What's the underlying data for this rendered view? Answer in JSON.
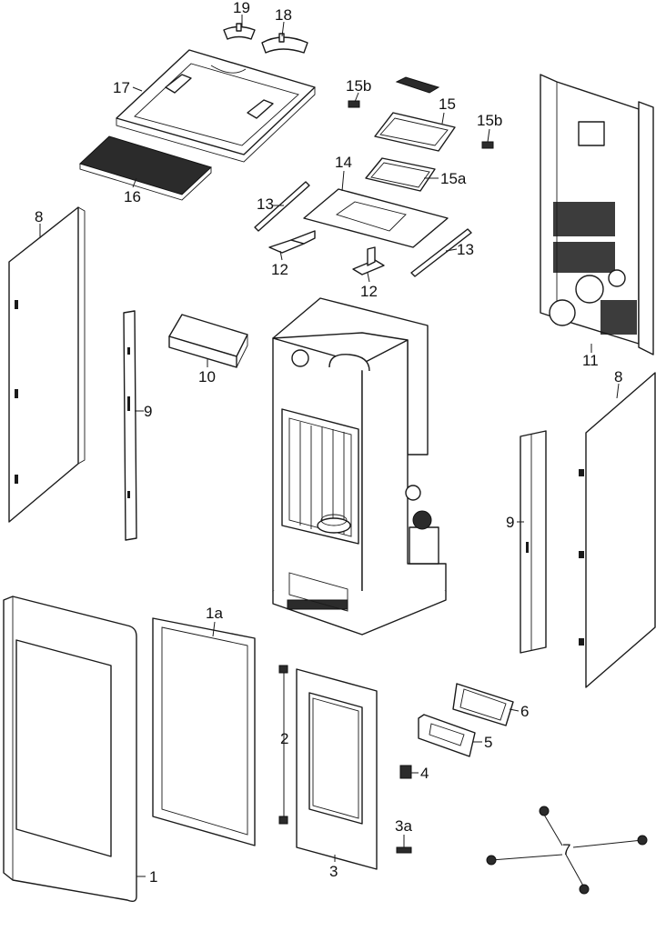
{
  "labels": {
    "l1": "1",
    "l1a": "1a",
    "l2": "2",
    "l3": "3",
    "l3a": "3a",
    "l4": "4",
    "l5": "5",
    "l6": "6",
    "l7": "7",
    "l8_left": "8",
    "l8_right": "8",
    "l9_left": "9",
    "l9_right": "9",
    "l10": "10",
    "l11": "11",
    "l12_left": "12",
    "l12_right": "12",
    "l13_left": "13",
    "l13_right": "13",
    "l14": "14",
    "l15": "15",
    "l15a": "15a",
    "l15b_left": "15b",
    "l15b_right": "15b",
    "l16": "16",
    "l17": "17",
    "l18": "18",
    "l19": "19"
  }
}
